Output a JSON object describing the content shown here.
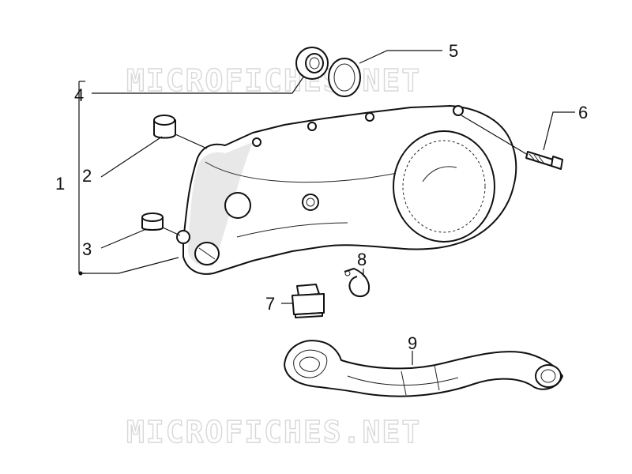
{
  "watermarks": [
    "MICROFICHES.NET",
    "MICROFICHES.NET"
  ],
  "callouts": {
    "c1": "1",
    "c2": "2",
    "c3": "3",
    "c4": "4",
    "c5": "5",
    "c6": "6",
    "c7": "7",
    "c8": "8",
    "c9": "9"
  }
}
